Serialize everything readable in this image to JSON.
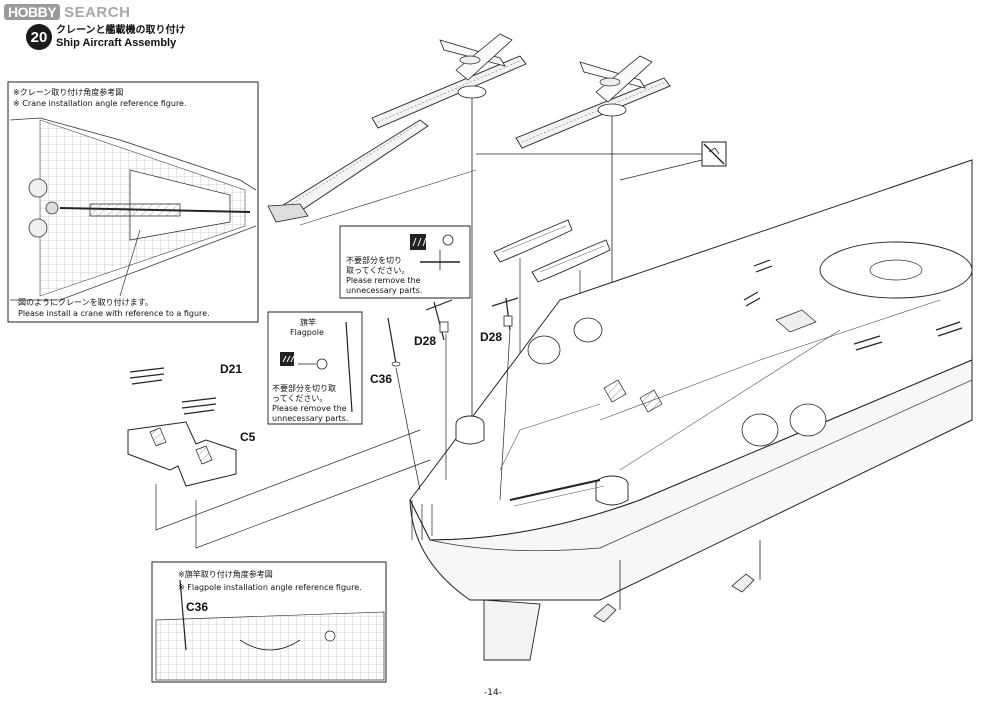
{
  "watermark": {
    "logo": "HOBBY",
    "text": "SEARCH"
  },
  "step": {
    "number": "20",
    "title_jp": "クレーンと艦載機の取り付け",
    "title_en": "Ship Aircraft Assembly"
  },
  "crane_inset": {
    "title_jp": "※クレーン取り付け角度参考図",
    "title_en": "※ Crane installation angle reference figure.",
    "note_jp": "図のようにクレーンを取り付けます。",
    "note_en": "Please install a crane with reference to a figure."
  },
  "remove_note_1": {
    "jp_line1": "不要部分を切り",
    "jp_line2": "取ってください。",
    "en_line1": "Please remove the",
    "en_line2": "unnecessary parts."
  },
  "flagpole_box": {
    "label_jp": "旗竿",
    "label_en": "Flagpole",
    "remove_jp_line1": "不要部分を切り取",
    "remove_jp_line2": "ってください。",
    "remove_en_line1": "Please remove the",
    "remove_en_line2": "unnecessary parts."
  },
  "flagpole_inset": {
    "title_jp": "※旗竿取り付け角度参考図",
    "title_en": "※ Flagpole installation angle reference  figure.",
    "part": "C36"
  },
  "parts": {
    "d21": "D21",
    "c5": "C5",
    "c36": "C36",
    "d28_left": "D28",
    "d28_right": "D28"
  },
  "page_number": "-14-"
}
